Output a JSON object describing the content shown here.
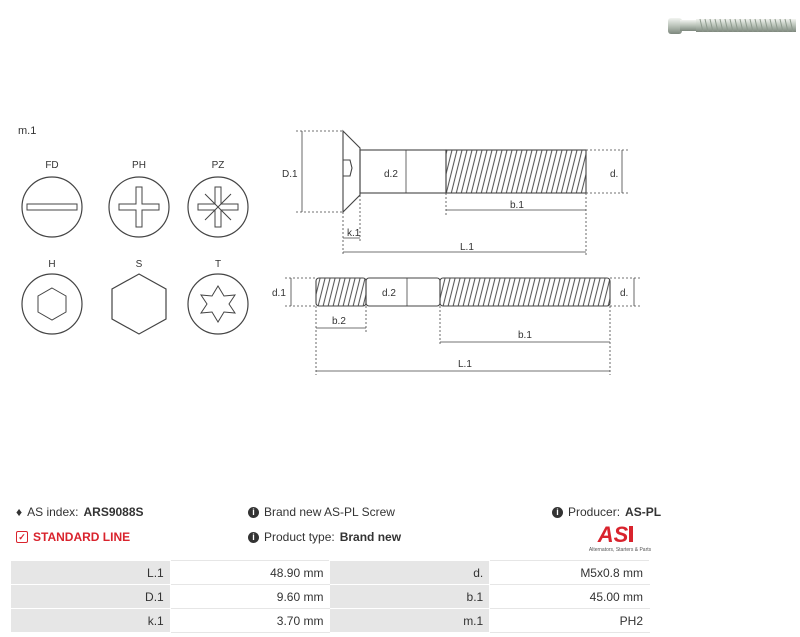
{
  "drawing": {
    "mark_label": "m.1",
    "heads": [
      {
        "code": "FD"
      },
      {
        "code": "PH"
      },
      {
        "code": "PZ"
      },
      {
        "code": "H"
      },
      {
        "code": "S"
      },
      {
        "code": "T"
      }
    ],
    "top_dims": {
      "D1": "D.1",
      "d2": "d.2",
      "d": "d.",
      "b1": "b.1",
      "k1": "k.1",
      "L1": "L.1"
    },
    "bottom_dims": {
      "d1": "d.1",
      "d2": "d.2",
      "d": "d.",
      "b2": "b.2",
      "b1": "b.1",
      "L1": "L.1"
    }
  },
  "info": {
    "as_index_label": "AS index:",
    "as_index_value": "ARS9088S",
    "line": "STANDARD LINE",
    "brand_new": "Brand new AS-PL Screw",
    "product_type_label": "Product type:",
    "product_type_value": "Brand new",
    "producer_label": "Producer:",
    "producer_value": "AS-PL",
    "logo_text": "AS",
    "logo_tagline": "Alternators, Starters & Parts"
  },
  "colors": {
    "accent_red": "#d9232d",
    "table_grey": "#e6e6e6",
    "line": "#444444"
  },
  "spec_rows": [
    {
      "k1": "L.1",
      "v1": "48.90 mm",
      "k2": "d.",
      "v2": "M5x0.8 mm"
    },
    {
      "k1": "D.1",
      "v1": "9.60 mm",
      "k2": "b.1",
      "v2": "45.00 mm"
    },
    {
      "k1": "k.1",
      "v1": "3.70 mm",
      "k2": "m.1",
      "v2": "PH2"
    }
  ]
}
